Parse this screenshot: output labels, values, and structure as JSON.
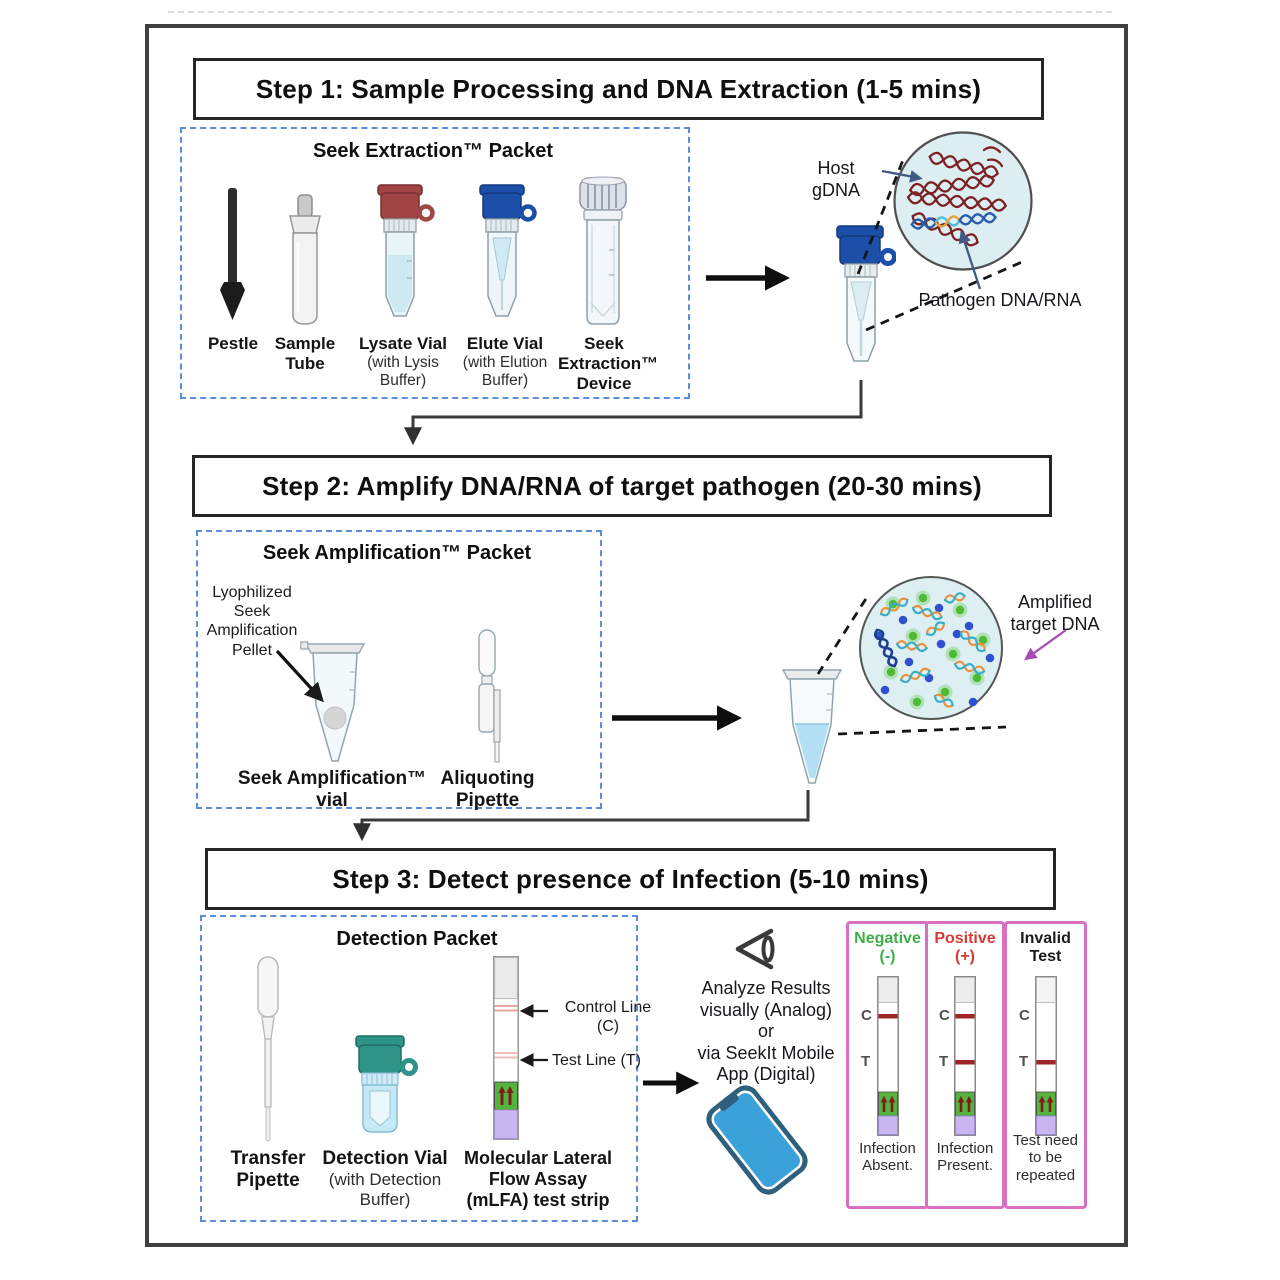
{
  "colors": {
    "packet_border": "#5b8dd9",
    "card_border": "#d96fc0",
    "negative_green": "#3fae49",
    "positive_red": "#d63a34",
    "strip_green_pad": "#54b43e",
    "strip_purple_pad": "#c9b5f0",
    "result_line_red": "#9e2428",
    "phone_blue": "#3ba1d9",
    "lysate_cap_red": "#a04444",
    "elute_cap_blue": "#1c4fa8",
    "detection_cap_teal": "#2f9488"
  },
  "step1": {
    "title": "Step 1: Sample Processing and DNA Extraction (1-5 mins)",
    "packet": {
      "title": "Seek Extraction™ Packet",
      "items": [
        {
          "name": "Pestle",
          "sub": ""
        },
        {
          "name": "Sample\nTube",
          "sub": ""
        },
        {
          "name": "Lysate Vial",
          "sub": "(with Lysis\nBuffer)"
        },
        {
          "name": "Elute Vial",
          "sub": "(with Elution\nBuffer)"
        },
        {
          "name": "Seek\nExtraction™\nDevice",
          "sub": ""
        }
      ]
    },
    "host_label": "Host\ngDNA",
    "pathogen_label": "Pathogen DNA/RNA"
  },
  "step2": {
    "title": "Step 2: Amplify DNA/RNA of target pathogen (20-30 mins)",
    "packet": {
      "title": "Seek Amplification™ Packet",
      "pellet_note": "Lyophilized\nSeek\nAmplification\nPellet",
      "vial_label": "Seek Amplification™\nvial",
      "pipette_label": "Aliquoting\nPipette"
    },
    "amplified_label": "Amplified\ntarget DNA"
  },
  "step3": {
    "title": "Step 3: Detect presence of Infection (5-10 mins)",
    "packet": {
      "title": "Detection Packet",
      "pipette_label": "Transfer\nPipette",
      "vial_label": "Detection Vial",
      "vial_sub": "(with Detection\nBuffer)",
      "strip_label": "Molecular Lateral\nFlow Assay\n(mLFA) test strip",
      "control_note": "Control Line\n(C)",
      "test_note": "Test Line (T)"
    },
    "analyze_note": "Analyze Results\nvisually (Analog)\nor\nvia SeekIt Mobile\nApp (Digital)",
    "results": {
      "c_label": "C",
      "t_label": "T",
      "cards": [
        {
          "title": "Negative",
          "sign": "(-)",
          "caption": "Infection\nAbsent.",
          "c_line": true,
          "t_line": false
        },
        {
          "title": "Positive",
          "sign": "(+)",
          "caption": "Infection\nPresent.",
          "c_line": true,
          "t_line": true
        },
        {
          "title": "Invalid\nTest",
          "sign": "",
          "caption": "Test need\nto be\nrepeated",
          "c_line": false,
          "t_line": true
        }
      ]
    }
  }
}
